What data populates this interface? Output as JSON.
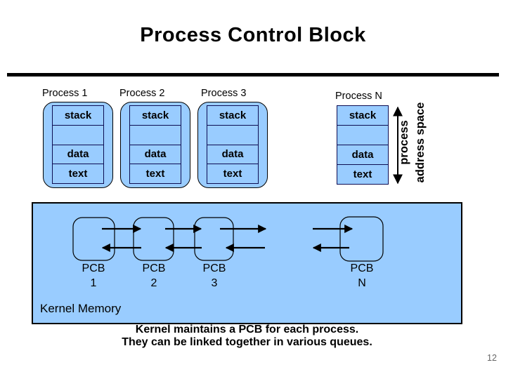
{
  "slide": {
    "title": "Process Control Block",
    "page_number": "12"
  },
  "colors": {
    "panel_fill": "#99CCFF",
    "line_color": "#000000",
    "table_border": "#0d0d52",
    "page_number_color": "#666666"
  },
  "processes": {
    "items": [
      {
        "title": "Process 1",
        "rows": [
          "stack",
          "",
          "data",
          "text"
        ]
      },
      {
        "title": "Process 2",
        "rows": [
          "stack",
          "",
          "data",
          "text"
        ]
      },
      {
        "title": "Process 3",
        "rows": [
          "stack",
          "",
          "data",
          "text"
        ]
      },
      {
        "title": "Process N",
        "rows": [
          "stack",
          "",
          "data",
          "text"
        ]
      }
    ],
    "address_space_label": {
      "line1": "process",
      "line2": "address space"
    }
  },
  "kernel": {
    "label": "Kernel Memory",
    "pcbs": [
      {
        "name": "PCB",
        "id": "1"
      },
      {
        "name": "PCB",
        "id": "2"
      },
      {
        "name": "PCB",
        "id": "3"
      },
      {
        "name": "PCB",
        "id": "N"
      }
    ]
  },
  "caption": {
    "line1": "Kernel maintains a PCB for each process.",
    "line2": "They can be linked together in various queues."
  }
}
